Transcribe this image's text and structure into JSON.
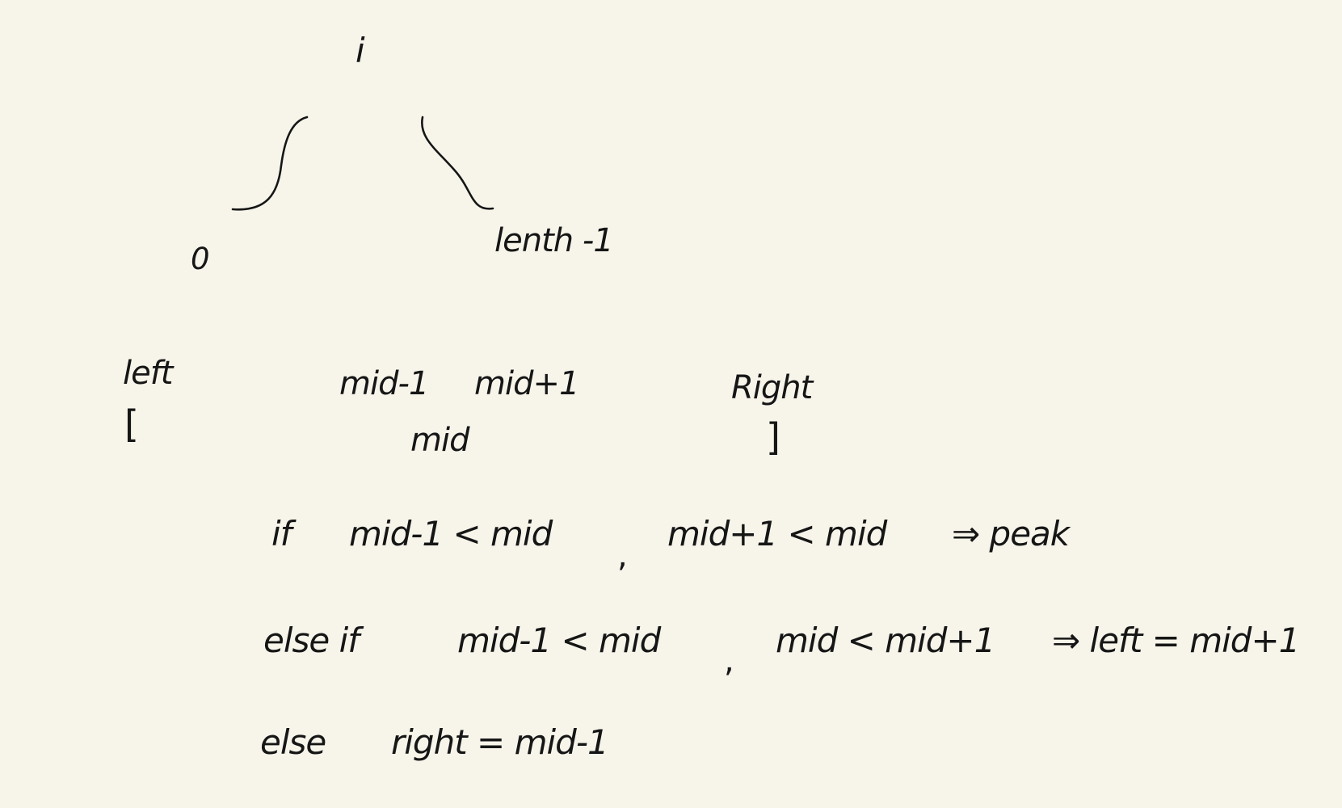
{
  "tree": {
    "root": "i",
    "left_child": "0",
    "right_child": "lenth -1"
  },
  "array": {
    "left_label": "left",
    "left_bracket": "[",
    "mid_minus_label": "mid-1",
    "mid_plus_label": "mid+1",
    "mid_label": "mid",
    "right_label": "Right",
    "right_bracket": "]"
  },
  "rules": {
    "line1": {
      "keyword": "if",
      "cond_a": "mid-1 < mid",
      "sep": ",",
      "cond_b": "mid+1 < mid",
      "result": "⇒ peak"
    },
    "line2": {
      "keyword": "else if",
      "cond_a": "mid-1 < mid",
      "sep": ",",
      "cond_b": "mid < mid+1",
      "result": "⇒ left = mid+1"
    },
    "line3": {
      "keyword": "else",
      "result": "right = mid-1"
    }
  },
  "colors": {
    "paper": "#f7f5ea",
    "ink": "#161616"
  }
}
